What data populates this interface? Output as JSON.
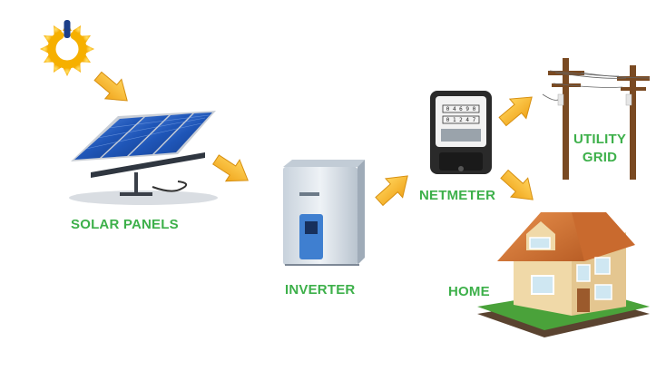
{
  "labels": {
    "solar_panels": "SOLAR PANELS",
    "inverter": "INVERTER",
    "netmeter": "NETMETER",
    "utility_grid_line1": "UTILITY",
    "utility_grid_line2": "GRID",
    "home": "HOME"
  },
  "meter": {
    "top_digits": "0 4 6 9 0",
    "bottom_digits": "0 1 2 4 7"
  },
  "colors": {
    "label_text": "#3db04a",
    "arrow": "#f3b52a",
    "arrow_edge": "#d68f10",
    "sun": "#fbc020",
    "panel": "#1f56b8",
    "inverter_body": "#dfe6ee",
    "inverter_panel": "#3f7fd0",
    "meter_body": "#2a2a2a",
    "pole": "#7a4a22",
    "roof": "#d9793a",
    "wall": "#f0d9a8",
    "grass": "#4aa23a"
  },
  "icons": [
    "sun-power-icon",
    "solar-panel-icon",
    "inverter-icon",
    "net-meter-icon",
    "utility-pole-icon",
    "house-icon",
    "flow-arrow-icon"
  ]
}
